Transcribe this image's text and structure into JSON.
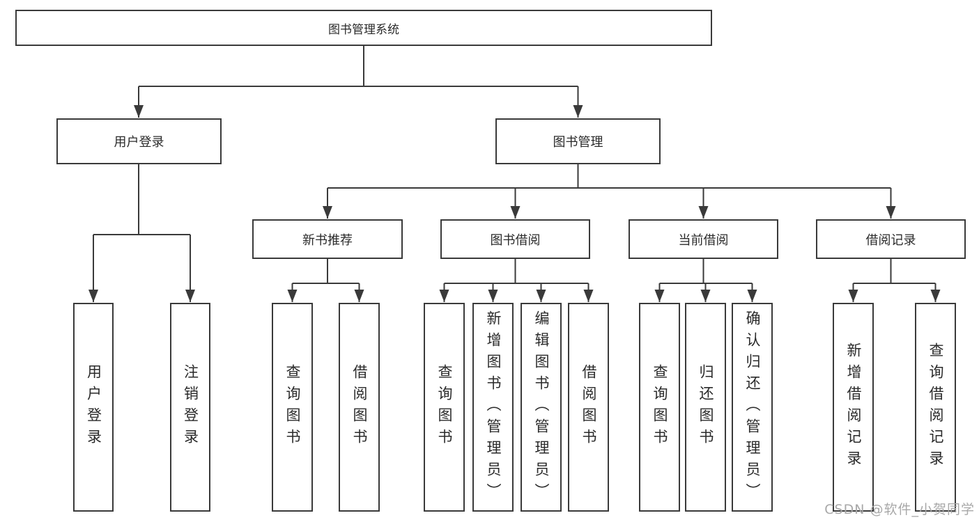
{
  "colors": {
    "box_border": "#3a3a3a",
    "connector_line": "#3a3a3a",
    "text": "#2a2a2a",
    "background": "#ffffff",
    "watermark_text": "#a8a8a8"
  },
  "watermark": "CSDN @软件_小贺同学",
  "tree": {
    "root": {
      "label": "图书管理系统"
    },
    "level2": [
      {
        "label": "用户登录"
      },
      {
        "label": "图书管理"
      }
    ],
    "level3": [
      {
        "parent": "图书管理",
        "label": "新书推荐"
      },
      {
        "parent": "图书管理",
        "label": "图书借阅"
      },
      {
        "parent": "图书管理",
        "label": "当前借阅"
      },
      {
        "parent": "图书管理",
        "label": "借阅记录"
      }
    ],
    "leaves": [
      {
        "parent": "用户登录",
        "label": "用户登录"
      },
      {
        "parent": "用户登录",
        "label": "注销登录"
      },
      {
        "parent": "新书推荐",
        "label": "查询图书"
      },
      {
        "parent": "新书推荐",
        "label": "借阅图书"
      },
      {
        "parent": "图书借阅",
        "label": "查询图书"
      },
      {
        "parent": "图书借阅",
        "label": "新增图书（管理员）"
      },
      {
        "parent": "图书借阅",
        "label": "编辑图书（管理员）"
      },
      {
        "parent": "图书借阅",
        "label": "借阅图书"
      },
      {
        "parent": "当前借阅",
        "label": "查询图书"
      },
      {
        "parent": "当前借阅",
        "label": "归还图书"
      },
      {
        "parent": "当前借阅",
        "label": "确认归还（管理员）"
      },
      {
        "parent": "借阅记录",
        "label": "新增借阅记录"
      },
      {
        "parent": "借阅记录",
        "label": "查询借阅记录"
      }
    ]
  }
}
